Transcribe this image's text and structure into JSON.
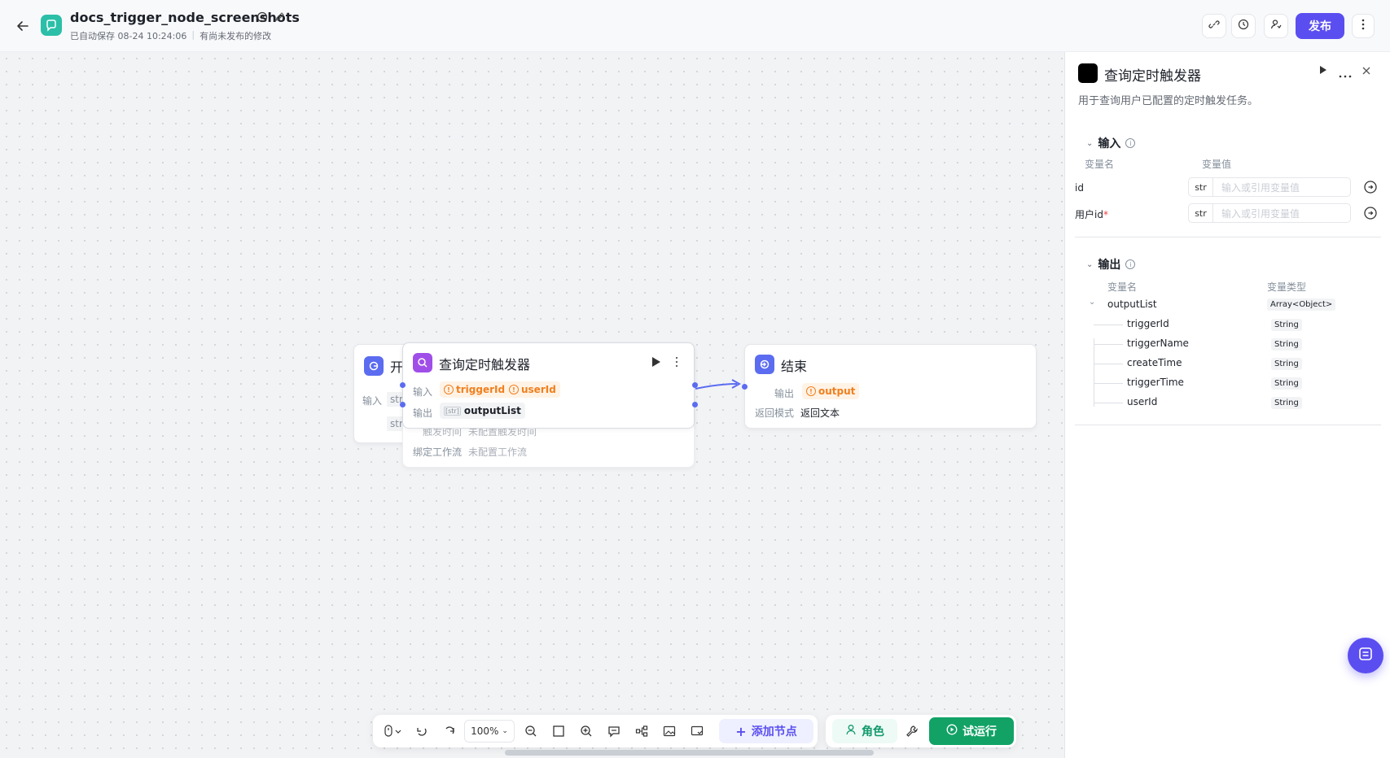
{
  "header": {
    "title": "docs_trigger_node_screenshots",
    "autosave": "已自动保存 08-24 10:24:06",
    "unpublished": "有尚未发布的修改",
    "publish_label": "发布"
  },
  "canvas": {
    "start_node": {
      "title": "开",
      "input_label": "输入",
      "tag1": "str",
      "tag2": "str"
    },
    "trigger_node": {
      "title": "查询定时触发器",
      "input_label": "输入",
      "input_tags": [
        "triggerId",
        "userId"
      ],
      "output_label": "输出",
      "output_tag": "outputList",
      "behind_row1_label": "触发时间",
      "behind_row1_value": "未配置触发时间",
      "behind_row2_label": "绑定工作流",
      "behind_row2_value": "未配置工作流"
    },
    "end_node": {
      "title": "结束",
      "output_label": "输出",
      "output_tag": "output",
      "mode_label": "返回模式",
      "mode_value": "返回文本"
    }
  },
  "toolbar": {
    "zoom": "100%",
    "add_node_label": "添加节点",
    "role_label": "角色",
    "run_label": "试运行"
  },
  "panel": {
    "title": "查询定时触发器",
    "description": "用于查询用户已配置的定时触发任务。",
    "input_section": "输入",
    "input_col_name": "变量名",
    "input_col_value": "变量值",
    "inputs": [
      {
        "name": "id",
        "required": "",
        "type": "str",
        "placeholder": "输入或引用变量值"
      },
      {
        "name": "用户id",
        "required": "*",
        "type": "str",
        "placeholder": "输入或引用变量值"
      }
    ],
    "output_section": "输出",
    "output_col_name": "变量名",
    "output_col_type": "变量类型",
    "output_root": {
      "name": "outputList",
      "type": "Array<Object>"
    },
    "output_children": [
      {
        "name": "triggerId",
        "type": "String"
      },
      {
        "name": "triggerName",
        "type": "String"
      },
      {
        "name": "createTime",
        "type": "String"
      },
      {
        "name": "triggerTime",
        "type": "String"
      },
      {
        "name": "userId",
        "type": "String"
      }
    ]
  },
  "colors": {
    "brand": "#5b4ef0",
    "run_green": "#12a266",
    "warning": "#f07f1d"
  }
}
